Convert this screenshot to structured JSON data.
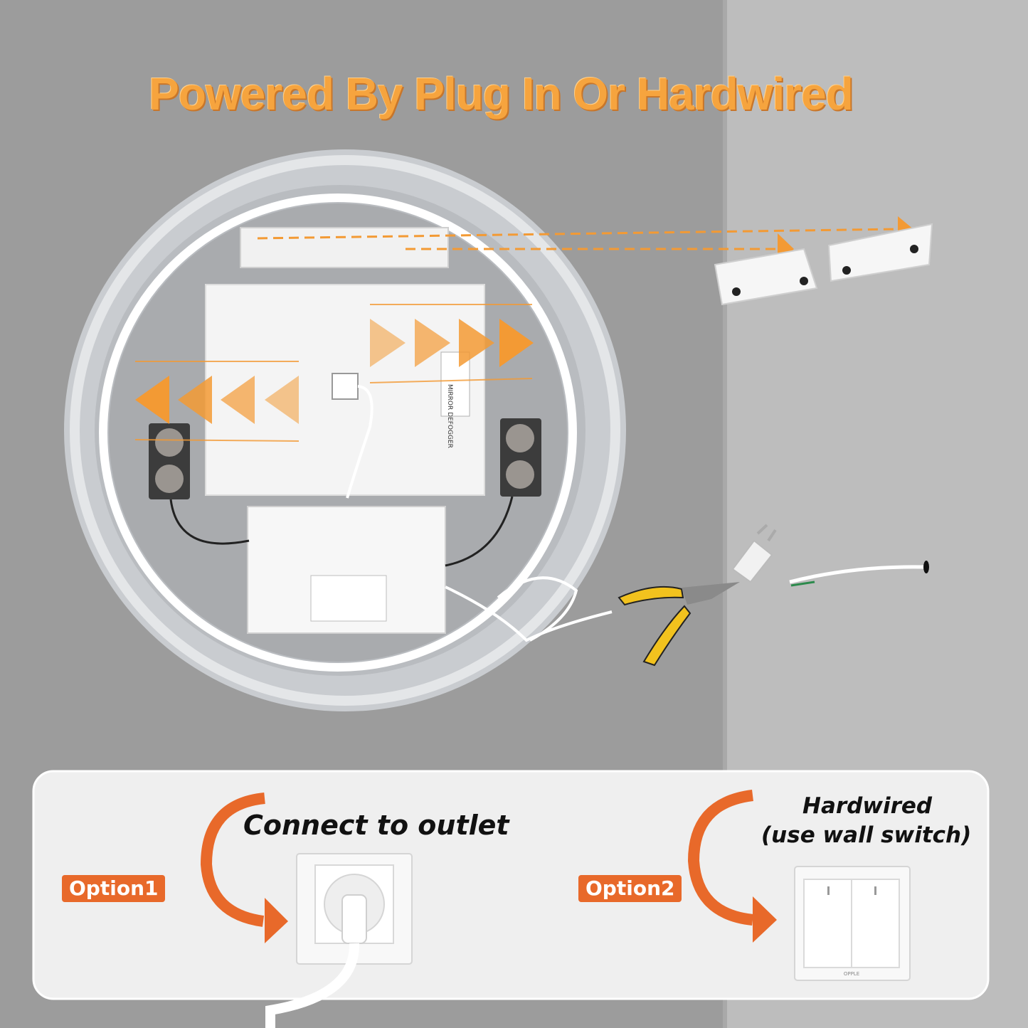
{
  "title": "Powered By Plug In Or Hardwired",
  "colors": {
    "title_orange": "#f6a43e",
    "arrow_orange": "#f39a34",
    "option_badge": "#e8692a",
    "wall_left": "#9c9c9c",
    "wall_right": "#bdbdbd"
  },
  "options": {
    "option1": {
      "badge": "Option1",
      "caption": "Connect to outlet"
    },
    "option2": {
      "badge": "Option2",
      "caption_line1": "Hardwired",
      "caption_line2": "(use wall switch)"
    }
  },
  "switch_brand": "OPPLE",
  "defogger_label": "MIRROR DEFOGGER",
  "icons": [
    "curved-arrow-icon",
    "power-outlet-icon",
    "wall-switch-icon",
    "plug-icon",
    "pliers-icon",
    "arrow-right-icon",
    "arrow-left-icon"
  ]
}
